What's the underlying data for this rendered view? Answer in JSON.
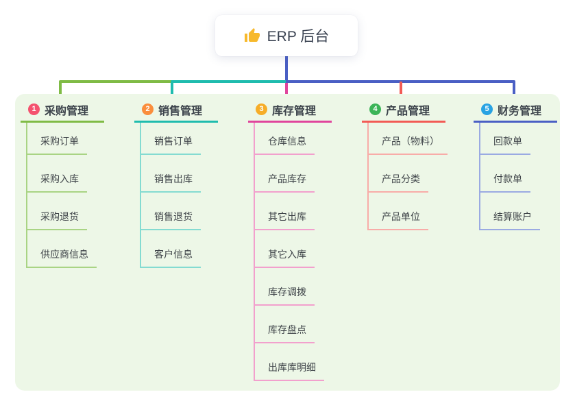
{
  "root": {
    "label": "ERP 后台",
    "icon": "thumbs-up-icon",
    "icon_color": "#f7b92c",
    "line_color": "#4a5fc4"
  },
  "board": {
    "background": "#edf7e7"
  },
  "branches": [
    {
      "index": "1",
      "title": "采购管理",
      "color": "#7fbb45",
      "light_color": "#a9d484",
      "badge_color": "#f4526e",
      "children": [
        "采购订单",
        "采购入库",
        "采购退货",
        "供应商信息"
      ]
    },
    {
      "index": "2",
      "title": "销售管理",
      "color": "#1fbcae",
      "light_color": "#84dbd1",
      "badge_color": "#fa8e3d",
      "children": [
        "销售订单",
        "销售出库",
        "销售退货",
        "客户信息"
      ]
    },
    {
      "index": "3",
      "title": "库存管理",
      "color": "#e0459c",
      "light_color": "#f2a0cd",
      "badge_color": "#f6ad28",
      "children": [
        "仓库信息",
        "产品库存",
        "其它出库",
        "其它入库",
        "库存调拨",
        "库存盘点",
        "出库库明细"
      ]
    },
    {
      "index": "4",
      "title": "产品管理",
      "color": "#f25b55",
      "light_color": "#f8aca8",
      "badge_color": "#3bb457",
      "children": [
        "产品（物料）",
        "产品分类",
        "产品单位"
      ]
    },
    {
      "index": "5",
      "title": "财务管理",
      "color": "#4a5fc4",
      "light_color": "#9aaae2",
      "badge_color": "#29a3e3",
      "children": [
        "回款单",
        "付款单",
        "结算账户"
      ]
    }
  ]
}
